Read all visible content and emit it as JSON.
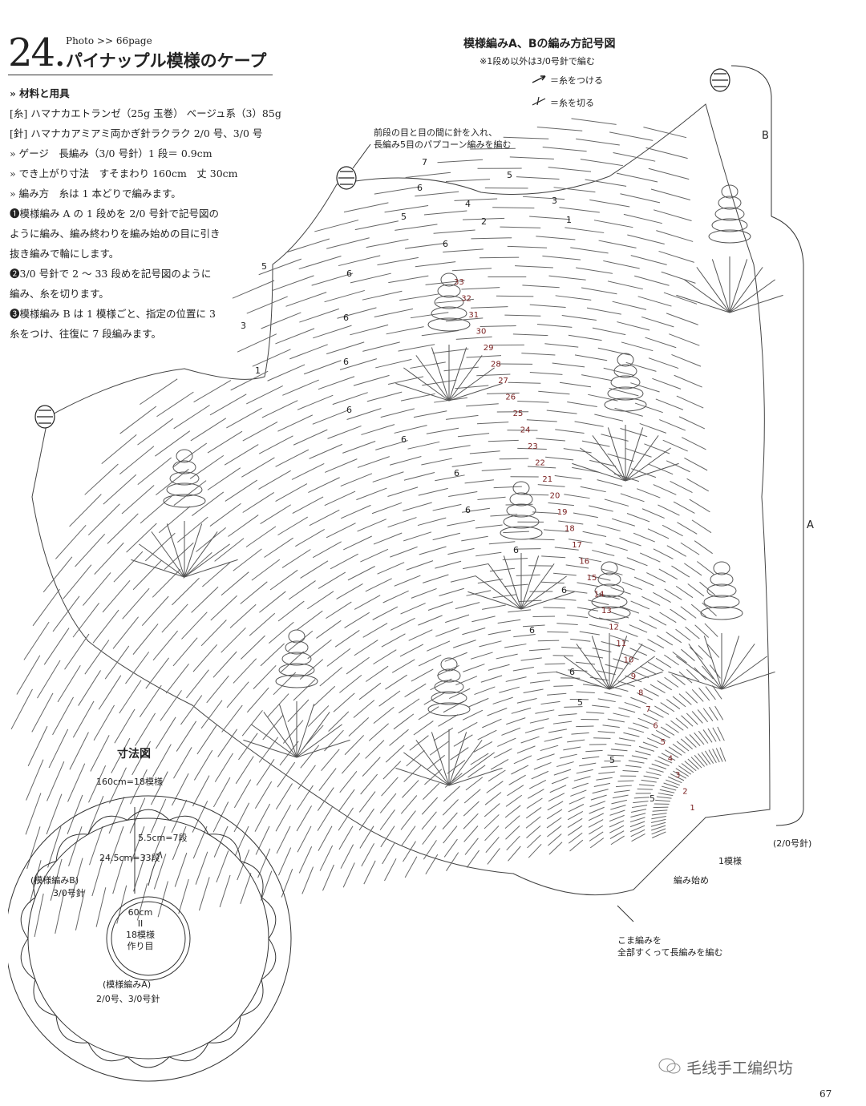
{
  "header": {
    "number": "24.",
    "photo_ref": "Photo >> 66page",
    "title": "パイナップル模様のケープ"
  },
  "materials": {
    "heading": "» 材料と用具",
    "yarn": "[糸] ハマナカエトランゼ（25g 玉巻） ベージュ系（3）85g",
    "hook": "[針] ハマナカアミアミ両かぎ針ラクラク 2/0 号、3/0 号",
    "gauge": "» ゲージ　長編み（3/0 号針）1 段＝ 0.9cm",
    "size": "» でき上がり寸法　すそまわり 160cm　丈 30cm",
    "method_heading": "» 編み方　糸は 1 本どりで編みます。",
    "steps": [
      "❶模様編み A の 1 段めを 2/0 号針で記号図の",
      "ように編み、編み終わりを編み始めの目に引き",
      "抜き編みで輪にします。",
      "❷3/0 号針で 2 〜 33 段めを記号図のように",
      "編み、糸を切ります。",
      "❸模様編み B は 1 模様ごと、指定の位置に 3",
      "糸をつけ、往復に 7 段編みます。"
    ]
  },
  "chart": {
    "title": "模様編みA、Bの編み方記号図",
    "note": "※1段め以外は3/0号針で編む",
    "legend_attach": "＝糸をつける",
    "legend_cut": "＝糸を切る",
    "popcorn_note_1": "前段の目と目の間に針を入れ、",
    "popcorn_note_2": "長編み5目のパプコーン編みを編む",
    "label_b": "B",
    "label_a": "A",
    "hook_note": "(2/0号針)",
    "one_repeat": "1模様",
    "start": "編み始め",
    "koma_note_1": "こま編みを",
    "koma_note_2": "全部すくって長編みを編む",
    "row_numbers_a": [
      "33",
      "32",
      "31",
      "30",
      "29",
      "28",
      "27",
      "26",
      "25",
      "24",
      "23",
      "22",
      "21",
      "20",
      "19",
      "18",
      "17",
      "16",
      "15",
      "14",
      "13",
      "12",
      "11",
      "10",
      "9",
      "8",
      "7",
      "6",
      "5",
      "4",
      "3",
      "2",
      "1"
    ],
    "row_numbers_b": [
      "7",
      "6",
      "5",
      "4",
      "3",
      "2",
      "1"
    ],
    "row_marks_left": [
      "5",
      "3",
      "1"
    ],
    "inner_row_labels": [
      "5",
      "6"
    ]
  },
  "dimensions": {
    "title": "寸法図",
    "circumference": "160cm=18模様",
    "height_b": "5.5cm=7段",
    "height_a": "24.5cm=33段",
    "pattern_b": "(模様編みB)",
    "hook_b": "3/0号針",
    "center_1": "60cm",
    "center_eq": "II",
    "center_2": "18模様",
    "center_3": "作り目",
    "pattern_a": "(模様編みA)",
    "hook_a": "2/0号、3/0号針"
  },
  "footer": {
    "watermark": "毛线手工编织坊",
    "page": "67"
  }
}
